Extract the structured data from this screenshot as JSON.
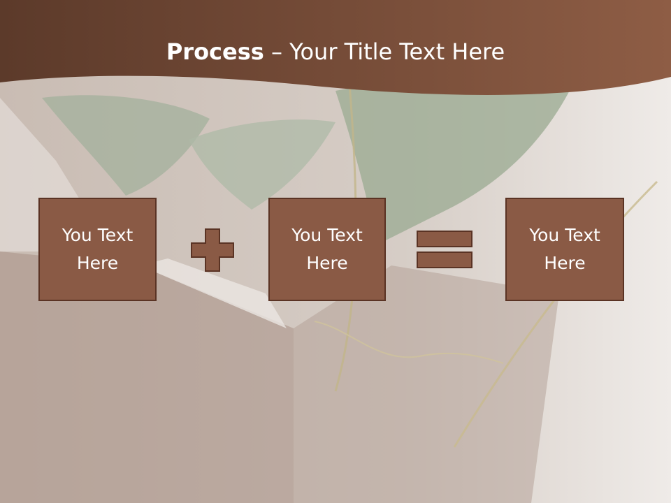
{
  "slide": {
    "title_bold": "Process",
    "title_rest": " – Your Title Text Here",
    "boxes": [
      {
        "text": "You Text Here"
      },
      {
        "text": "You Text Here"
      },
      {
        "text": "You Text Here"
      }
    ],
    "operators": [
      "plus-icon",
      "equals-icon"
    ]
  },
  "colors": {
    "header_dark": "#5c3a2a",
    "header_light": "#8e5d45",
    "box_fill": "#8a5a45",
    "box_border": "#5a3324",
    "operator": "#8a5a45"
  }
}
